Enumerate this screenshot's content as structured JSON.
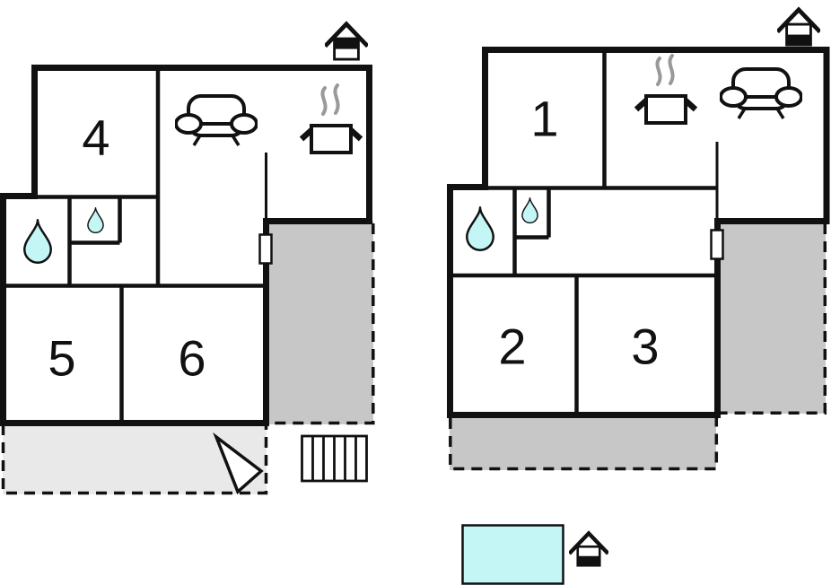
{
  "colors": {
    "wall_black": "#111111",
    "water_cyan": "#c3f6f4",
    "terrace_gray": "#c7c7c7",
    "porch_light_gray": "#e9e9e9",
    "steam_gray": "#999999"
  },
  "plans": [
    {
      "house_icon": "house-icon-top-half-filled",
      "rooms": [
        {
          "label": "4"
        },
        {
          "label": "5"
        },
        {
          "label": "6"
        }
      ],
      "icons": [
        "sofa-icon",
        "cooking-pot-icon",
        "water-drop-large-icon",
        "water-drop-small-icon",
        "door-marker",
        "terrace-area",
        "porch-area",
        "stairs-icon",
        "direction-arrow-icon"
      ]
    },
    {
      "house_icon": "house-icon-bottom-half-filled",
      "rooms": [
        {
          "label": "1"
        },
        {
          "label": "2"
        },
        {
          "label": "3"
        }
      ],
      "icons": [
        "sofa-icon",
        "cooking-pot-icon",
        "water-drop-large-icon",
        "water-drop-small-icon",
        "door-marker",
        "terrace-area",
        "patio-area"
      ]
    }
  ],
  "legend": {
    "swatch_color": "#c3f6f4",
    "house_icon": "house-icon-bottom-half-filled"
  }
}
